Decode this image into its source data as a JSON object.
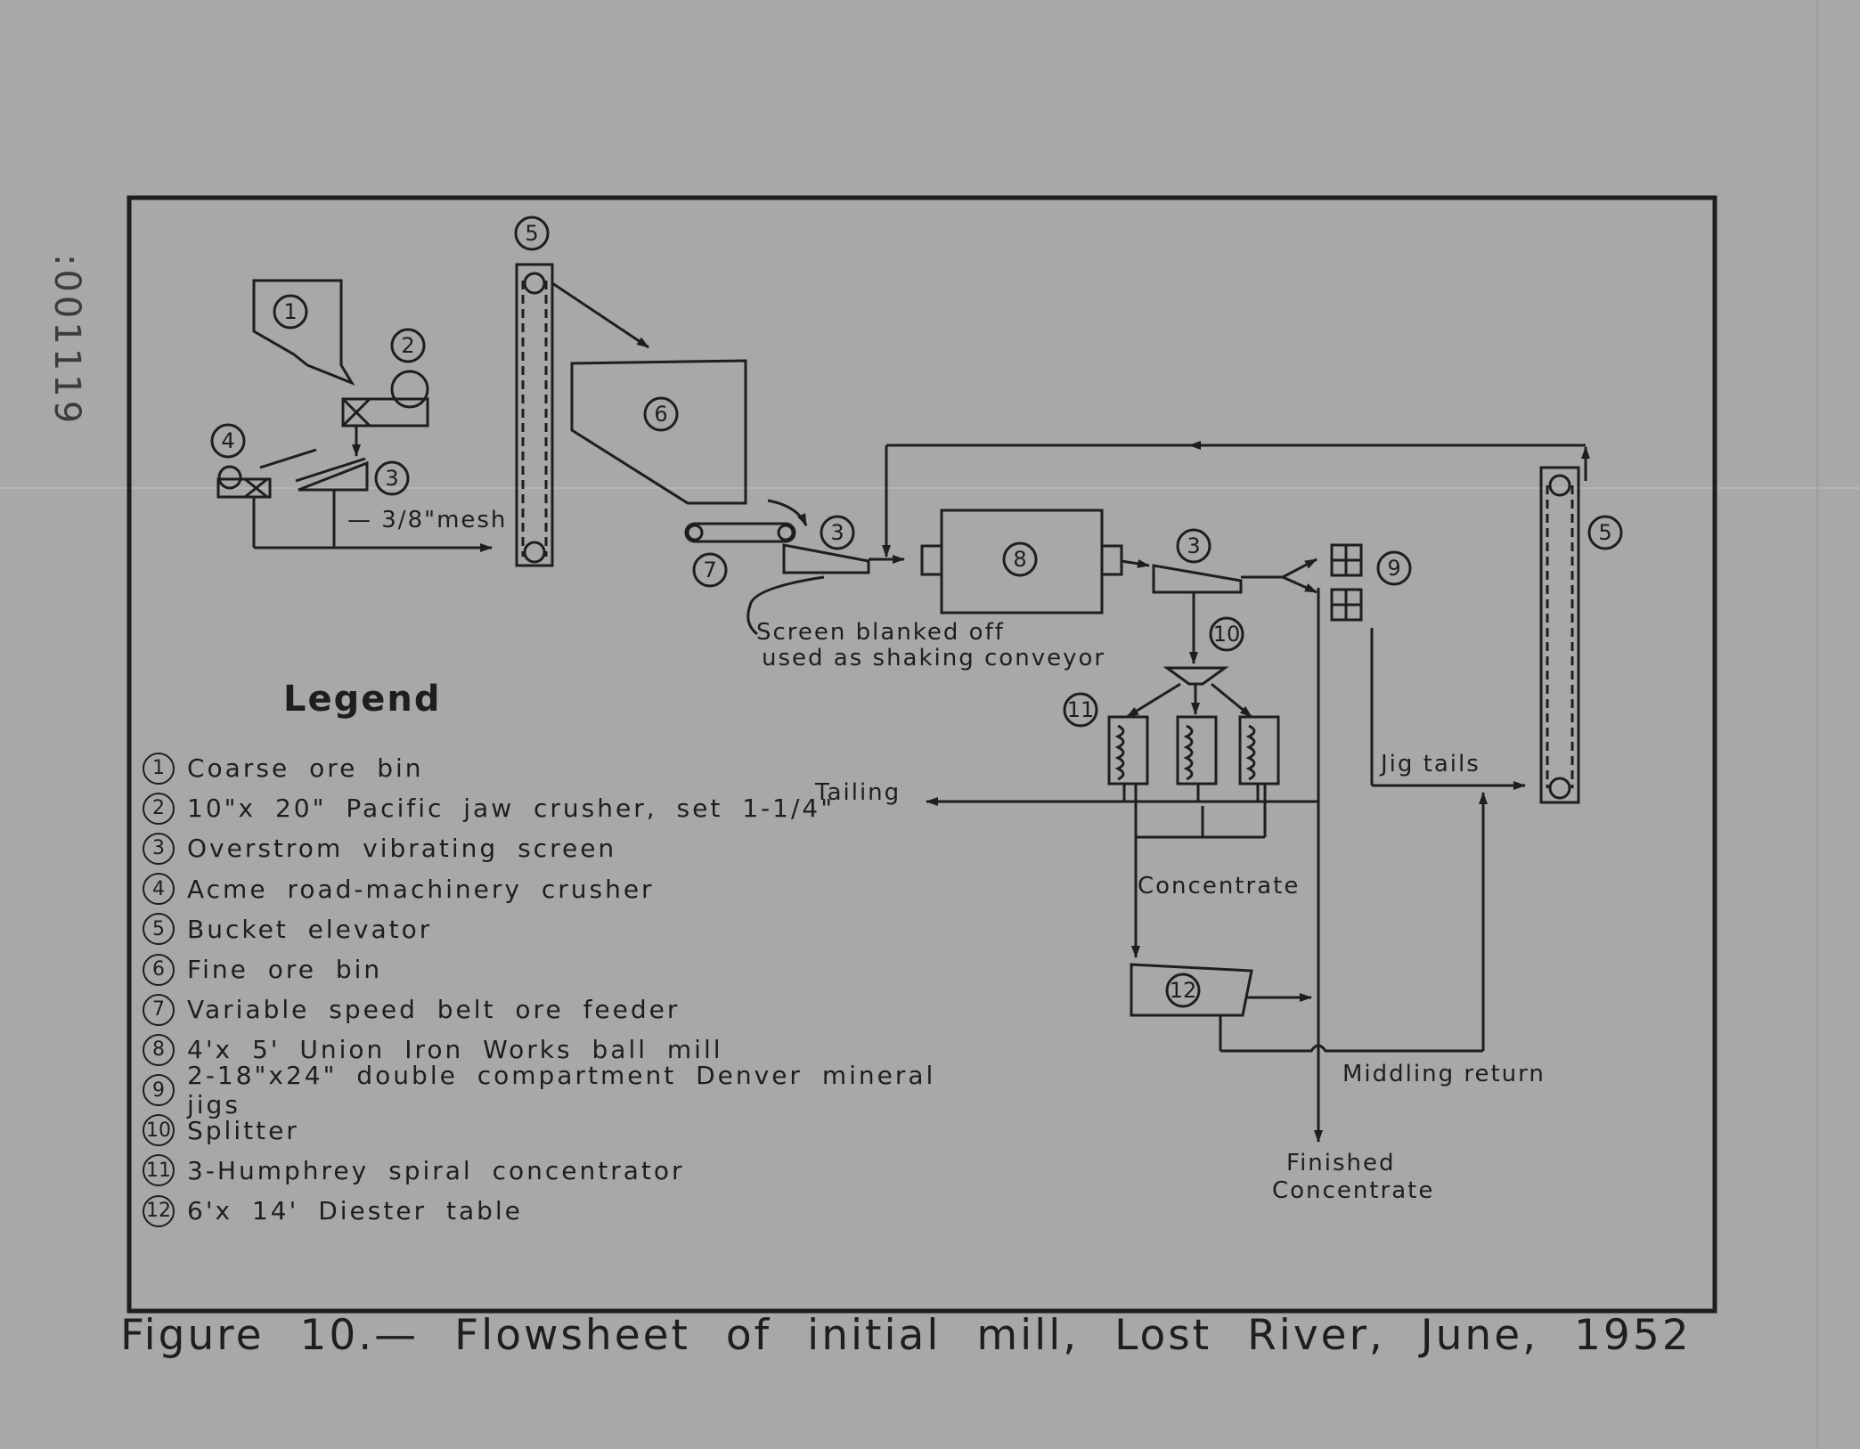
{
  "figure": {
    "caption": "Figure 10.— Flowsheet of initial mill, Lost River, June, 1952",
    "stamp": ":001119"
  },
  "diagram": {
    "nodes": {
      "n1": "1",
      "n2": "2",
      "n3a": "3",
      "n4": "4",
      "n5a": "5",
      "n6": "6",
      "n7": "7",
      "n3b": "3",
      "n8": "8",
      "n3c": "3",
      "n9": "9",
      "n5b": "5",
      "n10": "10",
      "n11": "11",
      "n12": "12"
    },
    "labels": {
      "mesh": "— 3/8\"mesh",
      "screen_line1": "Screen blanked off",
      "screen_line2": "used as shaking conveyor",
      "tailing": "Tailing",
      "jig_tails": "Jig tails",
      "concentrate": "Concentrate",
      "middling_return": "Middling return",
      "finished_line1": "Finished",
      "finished_line2": "Concentrate"
    }
  },
  "legend": {
    "title": "Legend",
    "items": [
      {
        "num": "1",
        "text": "Coarse ore bin"
      },
      {
        "num": "2",
        "text": "10\"x 20\" Pacific jaw crusher, set 1-1/4\""
      },
      {
        "num": "3",
        "text": "Overstrom vibrating screen"
      },
      {
        "num": "4",
        "text": "Acme road-machinery crusher"
      },
      {
        "num": "5",
        "text": "Bucket elevator"
      },
      {
        "num": "6",
        "text": "Fine ore bin"
      },
      {
        "num": "7",
        "text": "Variable speed belt ore feeder"
      },
      {
        "num": "8",
        "text": "4'x 5' Union Iron Works ball mill"
      },
      {
        "num": "9",
        "text": "2-18\"x24\" double compartment Denver mineral jigs"
      },
      {
        "num": "10",
        "text": "Splitter"
      },
      {
        "num": "11",
        "text": "3-Humphrey spiral concentrator"
      },
      {
        "num": "12",
        "text": "6'x 14' Diester table"
      }
    ]
  },
  "colors": {
    "paper": "#a7a9a9",
    "ink": "#1e1e1e"
  }
}
